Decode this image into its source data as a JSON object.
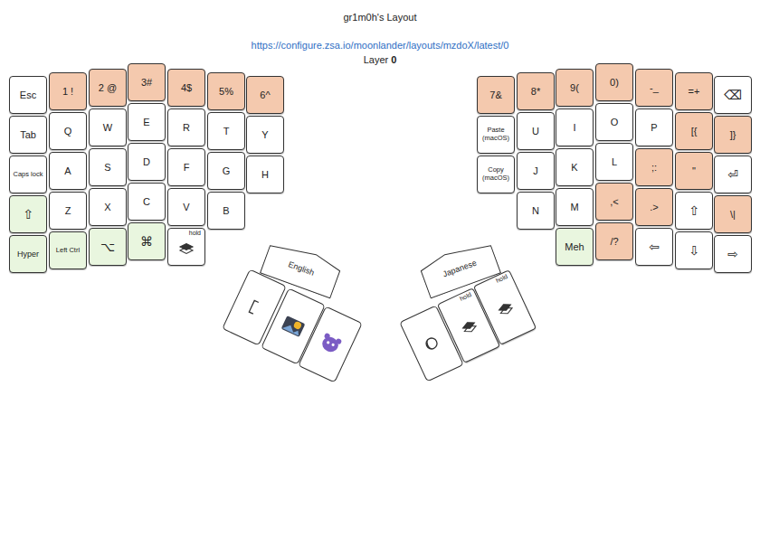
{
  "diagram": {
    "title": "gr1m0h's Layout",
    "nodes": [
      {
        "text": [
          "Esc"
        ]
      },
      {
        "text": [
          "1 !"
        ]
      },
      {
        "text": [
          "2 @"
        ]
      },
      {
        "text": [
          "3#"
        ]
      },
      {
        "text": [
          "4$"
        ]
      },
      {
        "text": [
          "5%"
        ]
      },
      {
        "text": [
          "6^"
        ]
      },
      {
        "text": [
          "Tab"
        ]
      },
      {
        "text": [
          "Q"
        ]
      },
      {
        "text": [
          "W"
        ]
      },
      {
        "text": [
          "E"
        ]
      },
      {
        "text": [
          "R"
        ]
      },
      {
        "text": [
          "T"
        ]
      },
      {
        "text": [
          "Y"
        ]
      },
      {
        "text": [
          "Caps lock"
        ]
      },
      {
        "text": [
          "A"
        ]
      },
      {
        "text": [
          "S"
        ]
      },
      {
        "text": [
          "D"
        ]
      },
      {
        "text": [
          "F"
        ]
      },
      {
        "text": [
          "G"
        ]
      },
      {
        "text": [
          "H"
        ]
      },
      {
        "text": [
          "⇧"
        ]
      },
      {
        "text": [
          "Z"
        ]
      },
      {
        "text": [
          "X"
        ]
      },
      {
        "text": [
          "C"
        ]
      },
      {
        "text": [
          "V"
        ]
      },
      {
        "text": [
          "B"
        ]
      },
      {
        "text": [
          "Hyper"
        ]
      },
      {
        "text": [
          "Left Ctrl"
        ]
      },
      {
        "text": [
          "⌥"
        ]
      },
      {
        "text": [
          "⌘"
        ]
      },
      {
        "text": [
          "hold"
        ]
      },
      {
        "text": [
          "7&"
        ]
      },
      {
        "text": [
          "8*"
        ]
      },
      {
        "text": [
          "9("
        ]
      },
      {
        "text": [
          "0)"
        ]
      },
      {
        "text": [
          "-_"
        ]
      },
      {
        "text": [
          "=+"
        ]
      },
      {
        "text": [
          "⌫"
        ]
      },
      {
        "text": [
          "Paste (macOS)"
        ]
      },
      {
        "text": [
          "U"
        ]
      },
      {
        "text": [
          "I"
        ]
      },
      {
        "text": [
          "O"
        ]
      },
      {
        "text": [
          "P"
        ]
      },
      {
        "text": [
          "[{"
        ]
      },
      {
        "text": [
          "]}"
        ]
      },
      {
        "text": [
          "Copy (macOS)"
        ]
      },
      {
        "text": [
          "J"
        ]
      },
      {
        "text": [
          "K"
        ]
      },
      {
        "text": [
          "L"
        ]
      },
      {
        "text": [
          ";:"
        ]
      },
      {
        "text": [
          "\""
        ]
      },
      {
        "text": [
          "⏎"
        ]
      },
      {
        "text": [
          "N"
        ]
      },
      {
        "text": [
          "M"
        ]
      },
      {
        "text": [
          ",<"
        ]
      },
      {
        "text": [
          ".>"
        ]
      },
      {
        "text": [
          "⇧"
        ]
      },
      {
        "text": [
          "\\|"
        ]
      },
      {
        "text": [
          "Meh"
        ]
      },
      {
        "text": [
          "/?"
        ]
      },
      {
        "text": [
          "⇦"
        ]
      },
      {
        "text": [
          "⇩"
        ]
      },
      {
        "text": [
          "⇨"
        ]
      },
      {
        "text": [
          "English"
        ]
      },
      {
        "text": [
          "Japanese"
        ]
      },
      {
        "text": [
          "hold"
        ]
      },
      {
        "text": [
          "hold"
        ]
      }
    ],
    "labels": [
      "https://configure.zsa.io/moonlander/layouts/mzdoX/latest/0",
      "Layer",
      "0"
    ]
  }
}
